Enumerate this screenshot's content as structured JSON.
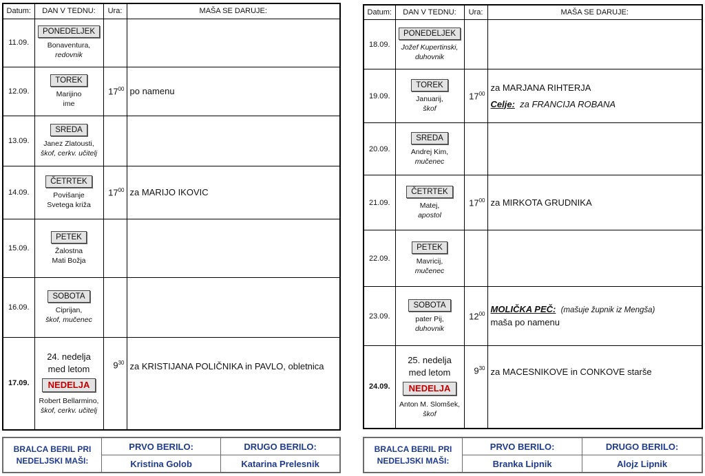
{
  "headers": {
    "date": "Datum:",
    "day": "DAN V TEDNU:",
    "time": "Ura:",
    "mass": "MAŠA SE DARUJE:"
  },
  "left": {
    "rows": [
      {
        "date": "11.09.",
        "day": "PONEDELJEK",
        "saint1": "Bonaventura,",
        "saint2": "redovnik",
        "time_h": "",
        "time_m": "",
        "mass": ""
      },
      {
        "date": "12.09.",
        "day": "TOREK",
        "saint1": "Marijino",
        "saint2": "ime",
        "time_h": "17",
        "time_m": "00",
        "mass": "po namenu"
      },
      {
        "date": "13.09.",
        "day": "SREDA",
        "saint1": "Janez Zlatousti,",
        "saint2": "škof, cerkv. učitelj",
        "time_h": "",
        "time_m": "",
        "mass": ""
      },
      {
        "date": "14.09.",
        "day": "ČETRTEK",
        "saint1": "Povišanje",
        "saint2": "Svetega križa",
        "time_h": "17",
        "time_m": "00",
        "mass": "za MARIJO IKOVIC"
      },
      {
        "date": "15.09.",
        "day": "PETEK",
        "saint1": "Žalostna",
        "saint2": "Mati Božja",
        "time_h": "",
        "time_m": "",
        "mass": ""
      },
      {
        "date": "16.09.",
        "day": "SOBOTA",
        "saint1": "Ciprijan,",
        "saint2": "škof, mučenec",
        "time_h": "",
        "time_m": "",
        "mass": ""
      }
    ],
    "sunday": {
      "date": "17.09.",
      "title1": "24. nedelja",
      "title2": "med letom",
      "name": "NEDELJA",
      "saint1": "Robert Bellarmino,",
      "saint2": "škof, cerkv. učitelj",
      "time_h": "9",
      "time_m": "30",
      "mass": "za KRISTIJANA POLIČNIKA in PAVLO, obletnica"
    },
    "readers": {
      "label1": "BRALCA BERIL PRI",
      "label2": "NEDELJSKI MAŠI:",
      "first_label": "PRVO BERILO:",
      "first_name": "Kristina Golob",
      "second_label": "DRUGO BERILO:",
      "second_name": "Katarina Prelesnik"
    }
  },
  "right": {
    "rows": [
      {
        "date": "18.09.",
        "day": "PONEDELJEK",
        "saint1": "Jožef Kupertinski,",
        "saint2": "duhovnik",
        "time_h": "",
        "time_m": "",
        "mass1": "",
        "mass2": ""
      },
      {
        "date": "19.09.",
        "day": "TOREK",
        "saint1": "Januarij,",
        "saint2": "škof",
        "time_h": "17",
        "time_m": "00",
        "mass1": "za MARJANA RIHTERJA",
        "place": "Celje:",
        "mass2": "za FRANCIJA ROBANA"
      },
      {
        "date": "20.09.",
        "day": "SREDA",
        "saint1": "Andrej Kim,",
        "saint2": "mučenec",
        "time_h": "",
        "time_m": "",
        "mass1": "",
        "mass2": ""
      },
      {
        "date": "21.09.",
        "day": "ČETRTEK",
        "saint1": "Matej,",
        "saint2": "apostol",
        "time_h": "17",
        "time_m": "00",
        "mass1": "za MIRKOTA GRUDNIKA",
        "mass2": ""
      },
      {
        "date": "22.09.",
        "day": "PETEK",
        "saint1": "Mavricij,",
        "saint2": "mučenec",
        "time_h": "",
        "time_m": "",
        "mass1": "",
        "mass2": ""
      },
      {
        "date": "23.09.",
        "day": "SOBOTA",
        "saint1": "pater Pij,",
        "saint2": "duhovnik",
        "time_h": "12",
        "time_m": "00",
        "place": "MOLIČKA PEČ:",
        "note": "(mašuje župnik iz Mengša)",
        "mass2": "maša po namenu"
      }
    ],
    "sunday": {
      "date": "24.09.",
      "title1": "25. nedelja",
      "title2": "med letom",
      "name": "NEDELJA",
      "saint1": "Anton M. Slomšek,",
      "saint2": "škof",
      "time_h": "9",
      "time_m": "30",
      "mass": "za MACESNIKOVE in CONKOVE starše"
    },
    "readers": {
      "label1": "BRALCA BERIL PRI",
      "label2": "NEDELJSKI MAŠI:",
      "first_label": "PRVO BERILO:",
      "first_name": "Branka Lipnik",
      "second_label": "DRUGO BERILO:",
      "second_name": "Alojz Lipnik"
    }
  }
}
